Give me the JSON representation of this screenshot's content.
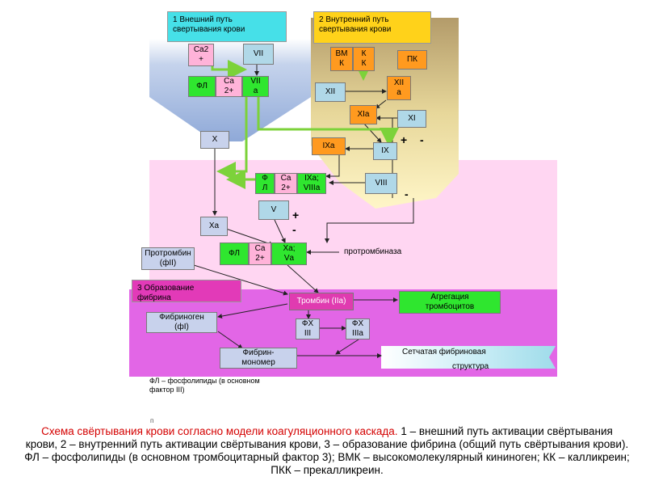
{
  "headers": {
    "extrinsic": "1 Внешний путь\nсвертывания крови",
    "intrinsic": "2 Внутренний путь\nсвертывания крови",
    "fibrin": "3 Образование\nфибрина"
  },
  "extrinsic": {
    "ca2": "Ca2\n+",
    "vii": "VII",
    "fl": "ФЛ",
    "ca2b": "Ca\n2+",
    "viia": "VII\nа"
  },
  "intrinsic": {
    "vmk": "ВМ\nК",
    "kk": "К\nК",
    "pk": "ПК",
    "xii": "XII",
    "xiia": "XII\nа",
    "xia": "XIа",
    "xi": "XI",
    "ixa": "IXа",
    "ix": "IX",
    "viii": "VIII",
    "plus": "+",
    "minus": "-",
    "minus2": "-"
  },
  "common": {
    "x": "X",
    "fl2": "Ф\nЛ",
    "ca2c": "Ca\n2+",
    "ixa_viiia": "IXа;\nVIIIа",
    "v": "V",
    "plus": "+",
    "minus": "-",
    "xa": "Xа",
    "prothrombin": "Протромбин\n(фII)",
    "fl3": "ФЛ",
    "ca2d": "Ca\n2+",
    "xa_va": "Xа;\nVа",
    "prothrombinase": "протромбиназа"
  },
  "fibrin": {
    "thrombin": "Тромбин (IIа)",
    "aggregation": "Агрегация\nтромбоцитов",
    "fibrinogen": "Фибриноген\n(фI)",
    "fxiii": "ФХ\nIII",
    "fxiiia": "ФХ\nIIIа",
    "monomer": "Фибрин-\nмономер",
    "network_line1": "Сетчатая фибриновая",
    "network_line2": "структура"
  },
  "notes": {
    "fl_note": "ФЛ – фосфолипиды (в основном\nфактор III)",
    "stray": "п"
  },
  "caption": {
    "lead": "Схема свёртывания крови согласно модели коагуляционного каскада.",
    "rest": " 1 – внешний путь активации свёртывания крови, 2 – внутренний путь активации свёртывания крови, 3 – образование фибрина (общий путь свёртывания крови). ФЛ – фосфолипиды (в основном тромбоцитарный фактор 3); ВМК – высокомолекулярный кининоген; КК – калликреин; ПКК – прекалликреин."
  },
  "colors": {
    "green": "#2fe62f",
    "pink_zone": "#ffd6f2",
    "magenta_zone": "#e266e6",
    "orange": "#ff9a1f",
    "cyan": "#46e0e8",
    "caption_red": "#d40000"
  }
}
